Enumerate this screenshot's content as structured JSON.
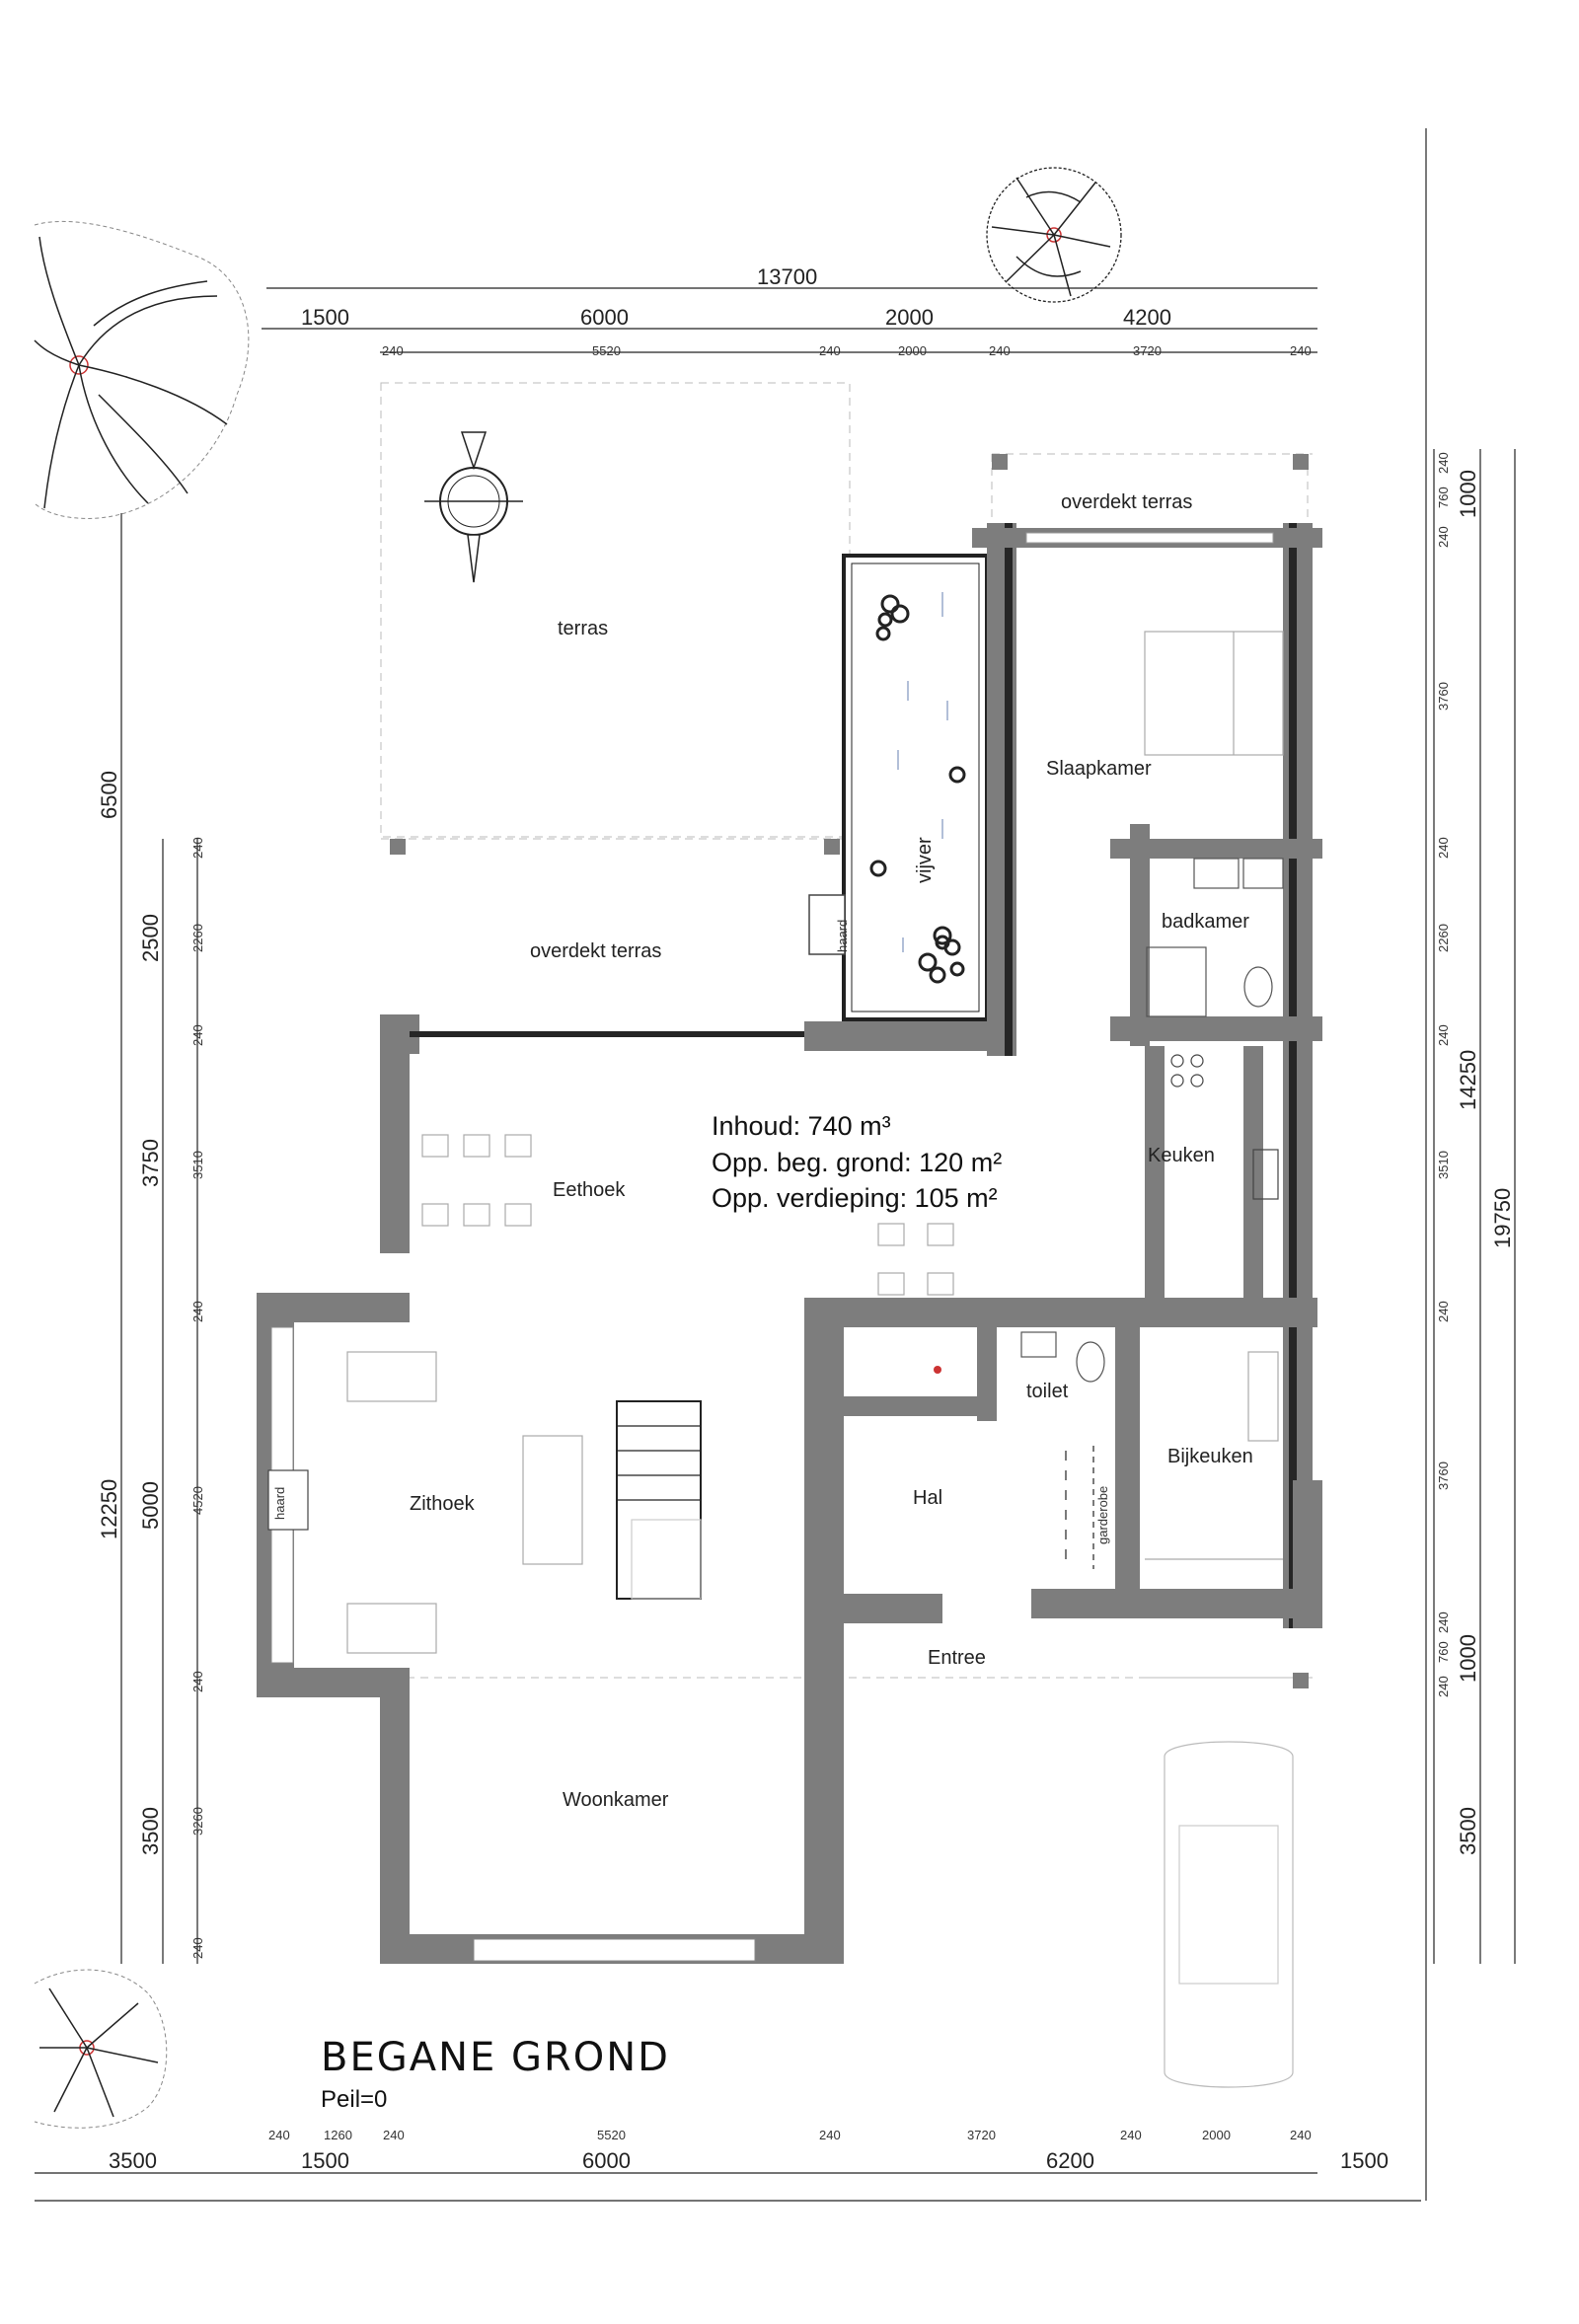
{
  "title": "BEGANE  GROND",
  "subtitle": "Peil=0",
  "stats": {
    "volume": "Inhoud: 740 m³",
    "ground_area": "Opp. beg. grond: 120 m²",
    "floor_area": "Opp. verdieping: 105 m²"
  },
  "rooms": {
    "terras": "terras",
    "overdekt_terras_top": "overdekt  terras",
    "overdekt_terras_left": "overdekt  terras",
    "slaapkamer": "Slaapkamer",
    "badkamer": "badkamer",
    "vijver": "vijver",
    "haard_top": "haard",
    "keuken": "Keuken",
    "eethoek": "Eethoek",
    "zithoek": "Zithoek",
    "haard_left": "haard",
    "hal": "Hal",
    "toilet": "toilet",
    "bijkeuken": "Bijkeuken",
    "garderobe": "garderobe",
    "entree": "Entree",
    "woonkamer": "Woonkamer"
  },
  "dimensions": {
    "top_total": "13700",
    "top_segments": [
      "1500",
      "6000",
      "2000",
      "4200"
    ],
    "top_small": [
      "240",
      "5520",
      "240",
      "2000",
      "240",
      "3720",
      "240"
    ],
    "bottom_small": [
      "240",
      "1260",
      "240",
      "5520",
      "240",
      "3720",
      "240",
      "2000",
      "240"
    ],
    "bottom_segments": [
      "3500",
      "1500",
      "6000",
      "6200",
      "1500"
    ],
    "left_outer": [
      "6500",
      "12250"
    ],
    "left_mid": [
      "2500",
      "3750",
      "5000",
      "3500"
    ],
    "left_small": [
      "240",
      "2260",
      "240",
      "3510",
      "240",
      "4520",
      "240",
      "3260",
      "240"
    ],
    "right_small": [
      "240",
      "760",
      "240",
      "3760",
      "240",
      "2260",
      "240",
      "3510",
      "240",
      "3760",
      "240",
      "760",
      "240"
    ],
    "right_mid": [
      "1000",
      "14250",
      "1000",
      "3500"
    ],
    "right_outer": "19750"
  }
}
